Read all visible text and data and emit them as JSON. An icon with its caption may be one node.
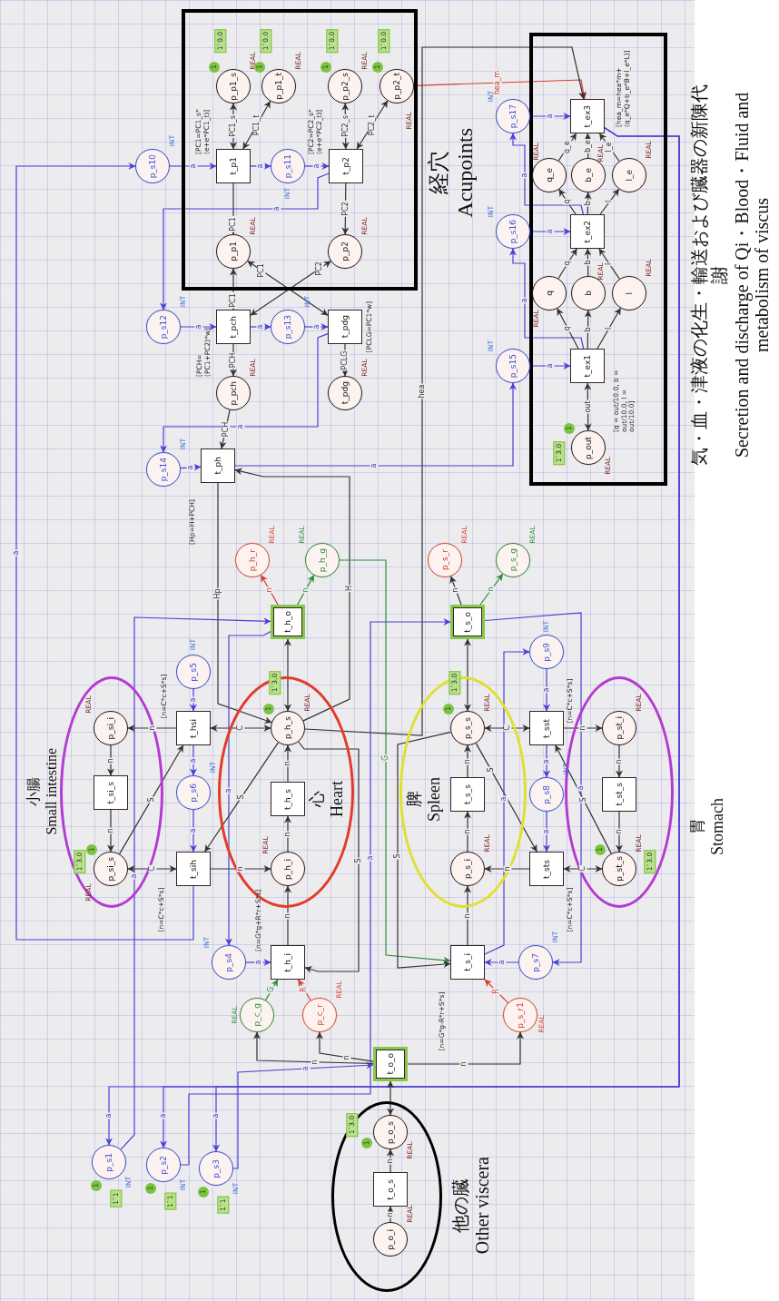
{
  "diagram": {
    "nodes": [
      {
        "text": [
          "経穴",
          "Acupoints"
        ]
      },
      {
        "text": [
          "気・血・津液の化生・輸送および臓器の新陳代謝",
          "Secretion and discharge of Qi・Blood・Fluid and metabolism of viscus"
        ]
      },
      {
        "text": [
          "小腸",
          "Small intestine"
        ]
      },
      {
        "text": [
          "心",
          "Heart"
        ]
      },
      {
        "text": [
          "脾",
          "Spleen"
        ]
      },
      {
        "text": [
          "胃",
          "Stomach"
        ]
      },
      {
        "text": [
          "他の臓",
          "Other viscera"
        ]
      },
      {
        "text": [
          "p_p1_s"
        ],
        "in": 0,
        "beside": [
          "1",
          "1`0.0",
          "REAL"
        ]
      },
      {
        "text": [
          "p_p1_t"
        ],
        "in": 0,
        "beside": [
          "1",
          "1`0.0",
          "REAL"
        ]
      },
      {
        "text": [
          "p_p2_s"
        ],
        "in": 0,
        "beside": [
          "1",
          "1`0.0",
          "REAL"
        ]
      },
      {
        "text": [
          "p_p2_t"
        ],
        "in": 0,
        "beside": [
          "1",
          "1`0.0",
          "REAL"
        ]
      },
      {
        "text": [
          "t_p1"
        ],
        "in": 0,
        "beside": [
          "[PC1=PC1_s*(e+e*PC1_t)]"
        ]
      },
      {
        "text": [
          "p_s11"
        ],
        "in": 0,
        "beside": [
          "INT"
        ]
      },
      {
        "text": [
          "t_p2"
        ],
        "in": 0,
        "beside": [
          "[PC2=PC2_s*(e+e*PC2_t)]"
        ]
      },
      {
        "text": [
          "p_p1"
        ],
        "in": 0,
        "beside": [
          "REAL"
        ]
      },
      {
        "text": [
          "p_p2"
        ],
        "in": 0,
        "beside": [
          "REAL"
        ]
      },
      {
        "text": [
          "p_s10"
        ],
        "beside": [
          "INT"
        ]
      },
      {
        "text": [
          "p_s12"
        ],
        "beside": [
          "INT"
        ]
      },
      {
        "text": [
          "t_pch"
        ],
        "beside": [
          "[PCH=(PC1+PC2)*w]"
        ]
      },
      {
        "text": [
          "p_s13"
        ],
        "beside": [
          "INT"
        ]
      },
      {
        "text": [
          "t_pdg"
        ],
        "beside": [
          "[PCLG=PC1*w]"
        ]
      },
      {
        "text": [
          "p_pch"
        ],
        "beside": [
          "REAL"
        ]
      },
      {
        "text": [
          "t_pdg"
        ],
        "beside": [
          "REAL"
        ]
      },
      {
        "text": [
          "p_s14"
        ],
        "beside": [
          "INT"
        ]
      },
      {
        "text": [
          "t_ph"
        ],
        "beside": [
          "[Hp=H+PCH]"
        ]
      },
      {
        "text": [
          "t_ex3"
        ],
        "in": 1,
        "beside": [
          "[hea_m=hea*m+ (q_e*Q+b_e*B+l_e*L)]"
        ]
      },
      {
        "text": [
          "q_e"
        ],
        "in": 1,
        "beside": [
          "REAL"
        ]
      },
      {
        "text": [
          "b_e"
        ],
        "in": 1,
        "beside": [
          "REAL"
        ]
      },
      {
        "text": [
          "l_e"
        ],
        "in": 1,
        "beside": [
          "REAL"
        ]
      },
      {
        "text": [
          "t_ex2"
        ],
        "in": 1
      },
      {
        "text": [
          "q"
        ],
        "in": 1,
        "beside": [
          "REAL"
        ]
      },
      {
        "text": [
          "b"
        ],
        "in": 1,
        "beside": [
          "REAL"
        ]
      },
      {
        "text": [
          "l"
        ],
        "in": 1,
        "beside": [
          "REAL"
        ]
      },
      {
        "text": [
          "t_ex1"
        ],
        "in": 1,
        "beside": [
          "[q = out/10.0, b = out/10.0, l = out/10.0]"
        ]
      },
      {
        "text": [
          "p_out"
        ],
        "in": 1,
        "beside": [
          "1",
          "1`3.0",
          "REAL"
        ]
      },
      {
        "text": [
          "p_s17"
        ],
        "beside": [
          "INT"
        ]
      },
      {
        "text": [
          "p_s16"
        ],
        "beside": [
          "INT"
        ]
      },
      {
        "text": [
          "p_s15"
        ],
        "beside": [
          "INT"
        ]
      },
      {
        "text": [
          "p_h_r"
        ],
        "beside": [
          "REAL"
        ]
      },
      {
        "text": [
          "p_h_g"
        ],
        "beside": [
          "REAL"
        ]
      },
      {
        "text": [
          "t_h_o"
        ]
      },
      {
        "text": [
          "p_s5"
        ],
        "beside": [
          "INT"
        ]
      },
      {
        "text": [
          "t_hsi"
        ],
        "beside": [
          "[n=C*c+S*s]"
        ]
      },
      {
        "text": [
          "p_h_s"
        ],
        "in": 3,
        "beside": [
          "1",
          "1`3.0",
          "REAL"
        ]
      },
      {
        "text": [
          "p_si_i"
        ],
        "in": 2,
        "beside": [
          "REAL"
        ]
      },
      {
        "text": [
          "t_si_s"
        ],
        "in": 2
      },
      {
        "text": [
          "t_h_s"
        ],
        "in": 3
      },
      {
        "text": [
          "p_s6"
        ],
        "beside": [
          "INT"
        ]
      },
      {
        "text": [
          "p_si_s"
        ],
        "in": 2,
        "beside": [
          "1",
          "1`3.0",
          "REAL"
        ]
      },
      {
        "text": [
          "t_sih"
        ],
        "beside": [
          "[n=C*c+S*s]"
        ]
      },
      {
        "text": [
          "p_h_i"
        ],
        "in": 3,
        "beside": [
          "REAL"
        ]
      },
      {
        "text": [
          "p_s4"
        ],
        "beside": [
          "INT"
        ]
      },
      {
        "text": [
          "t_h_i"
        ],
        "beside": [
          "[n=G*g+R*r+S*s]"
        ]
      },
      {
        "text": [
          "p_c_g"
        ],
        "beside": [
          "REAL"
        ]
      },
      {
        "text": [
          "p_c_r"
        ],
        "beside": [
          "REAL"
        ]
      },
      {
        "text": [
          "p_s_r"
        ],
        "beside": [
          "REAL"
        ]
      },
      {
        "text": [
          "p_s_g"
        ],
        "beside": [
          "REAL"
        ]
      },
      {
        "text": [
          "t_s_o"
        ]
      },
      {
        "text": [
          "p_s9"
        ],
        "beside": [
          "INT"
        ]
      },
      {
        "text": [
          "p_s_s"
        ],
        "in": 4,
        "beside": [
          "1",
          "1`3.0",
          "REAL"
        ]
      },
      {
        "text": [
          "t_sst"
        ],
        "beside": [
          "[n=C*c+S*s]"
        ]
      },
      {
        "text": [
          "p_st_i"
        ],
        "in": 5,
        "beside": [
          "REAL"
        ]
      },
      {
        "text": [
          "t_s_s"
        ],
        "in": 4
      },
      {
        "text": [
          "p_s8"
        ],
        "beside": [
          "INT"
        ]
      },
      {
        "text": [
          "t_st_s"
        ],
        "in": 5
      },
      {
        "text": [
          "p_s_i"
        ],
        "in": 4,
        "beside": [
          "REAL"
        ]
      },
      {
        "text": [
          "t_sts"
        ],
        "beside": [
          "[n=C*c+S*s]"
        ]
      },
      {
        "text": [
          "p_st_s"
        ],
        "in": 5,
        "beside": [
          "1",
          "1`3.0",
          "REAL"
        ]
      },
      {
        "text": [
          "t_s_i"
        ],
        "beside": [
          "[n=G*g-R*r+S*s]"
        ]
      },
      {
        "text": [
          "p_s7"
        ],
        "beside": [
          "INT"
        ]
      },
      {
        "text": [
          "p_s_r1"
        ],
        "beside": [
          "REAL"
        ]
      },
      {
        "text": [
          "t_o_o"
        ]
      },
      {
        "text": [
          "p_o_s"
        ],
        "in": 6,
        "beside": [
          "1",
          "1`3.0",
          "REAL"
        ]
      },
      {
        "text": [
          "t_o_s"
        ],
        "in": 6
      },
      {
        "text": [
          "p_o_i"
        ],
        "in": 6,
        "beside": [
          "REAL"
        ]
      },
      {
        "text": [
          "p_s1"
        ],
        "beside": [
          "1",
          "1`1",
          "INT"
        ]
      },
      {
        "text": [
          "p_s2"
        ],
        "beside": [
          "1",
          "1`1",
          "INT"
        ]
      },
      {
        "text": [
          "p_s3"
        ],
        "beside": [
          "1",
          "1`1",
          "INT"
        ]
      }
    ],
    "edges": [
      {
        "from": 16,
        "to": 11,
        "arrow": "to",
        "label": "a",
        "color": "#4b3fd6"
      },
      {
        "from": 11,
        "to": 12,
        "arrow": "to",
        "label": "a",
        "color": "#4b3fd6"
      },
      {
        "from": 12,
        "to": 13,
        "arrow": "to",
        "label": "a",
        "color": "#4b3fd6"
      },
      {
        "from": 11,
        "to": 7,
        "arrow": "both",
        "label": "PC1_s"
      },
      {
        "from": 11,
        "to": 8,
        "arrow": "both",
        "label": "PC1_t"
      },
      {
        "from": 13,
        "to": 9,
        "arrow": "both",
        "label": "PC2_s"
      },
      {
        "from": 13,
        "to": 10,
        "arrow": "both",
        "label": "PC2_t"
      },
      {
        "from": 11,
        "to": 14,
        "arrow": "to",
        "label": "PC1"
      },
      {
        "from": 13,
        "to": 15,
        "arrow": "to",
        "label": "PC2"
      },
      {
        "from": 14,
        "to": 18,
        "arrow": "both",
        "label": "PC1"
      },
      {
        "from": 15,
        "to": 18,
        "arrow": "both",
        "label": "PC2"
      },
      {
        "from": 14,
        "to": 20,
        "arrow": "both",
        "label": "PC1"
      },
      {
        "from": 13,
        "to": 17,
        "arrow": "to",
        "label": "a",
        "color": "#4b3fd6"
      },
      {
        "from": 17,
        "to": 18,
        "arrow": "to",
        "label": "a",
        "color": "#4b3fd6"
      },
      {
        "from": 18,
        "to": 19,
        "arrow": "to",
        "label": "a",
        "color": "#4b3fd6"
      },
      {
        "from": 19,
        "to": 20,
        "arrow": "to",
        "label": "a",
        "color": "#4b3fd6"
      },
      {
        "from": 20,
        "to": 23,
        "arrow": "to",
        "label": "a",
        "color": "#4b3fd6"
      },
      {
        "from": 18,
        "to": 21,
        "arrow": "to",
        "label": "PCH"
      },
      {
        "from": 20,
        "to": 22,
        "arrow": "to",
        "label": "PCLG"
      },
      {
        "from": 21,
        "to": 24,
        "arrow": "to",
        "label": "PCH"
      },
      {
        "from": 23,
        "to": 24,
        "arrow": "to",
        "label": "a",
        "color": "#4b3fd6"
      },
      {
        "from": 24,
        "to": 37,
        "arrow": "to",
        "label": "a",
        "color": "#4b3fd6"
      },
      {
        "from": 37,
        "to": 33,
        "arrow": "to",
        "label": "a",
        "color": "#4b3fd6"
      },
      {
        "from": 33,
        "to": 36,
        "arrow": "to",
        "label": "a",
        "color": "#4b3fd6"
      },
      {
        "from": 36,
        "to": 29,
        "arrow": "to",
        "label": "a",
        "color": "#4b3fd6"
      },
      {
        "from": 29,
        "to": 35,
        "arrow": "to",
        "label": "a",
        "color": "#4b3fd6"
      },
      {
        "from": 35,
        "to": 25,
        "arrow": "to",
        "label": "a",
        "color": "#4b3fd6"
      },
      {
        "from": 34,
        "to": 33,
        "arrow": "both",
        "label": "out"
      },
      {
        "from": 33,
        "to": 30,
        "arrow": "to",
        "label": "q"
      },
      {
        "from": 33,
        "to": 31,
        "arrow": "to",
        "label": "b"
      },
      {
        "from": 33,
        "to": 32,
        "arrow": "to",
        "label": "l"
      },
      {
        "from": 30,
        "to": 29,
        "arrow": "to",
        "label": "q"
      },
      {
        "from": 31,
        "to": 29,
        "arrow": "to",
        "label": "b"
      },
      {
        "from": 32,
        "to": 29,
        "arrow": "to",
        "label": "l"
      },
      {
        "from": 29,
        "to": 26,
        "arrow": "to",
        "label": "q"
      },
      {
        "from": 29,
        "to": 27,
        "arrow": "to",
        "label": "b"
      },
      {
        "from": 29,
        "to": 28,
        "arrow": "to",
        "label": "l"
      },
      {
        "from": 26,
        "to": 25,
        "arrow": "to",
        "label": "q_e"
      },
      {
        "from": 27,
        "to": 25,
        "arrow": "to",
        "label": "b_e"
      },
      {
        "from": 28,
        "to": 25,
        "arrow": "to",
        "label": "l_e"
      },
      {
        "from": 10,
        "to": 25,
        "arrow": "to",
        "label": "hea_m",
        "color": "#d93a2b"
      },
      {
        "from": 43,
        "to": 25,
        "arrow": "to",
        "label": "hea"
      },
      {
        "from": 40,
        "to": 38,
        "arrow": "to",
        "label": "n",
        "color": "#d93a2b"
      },
      {
        "from": 40,
        "to": 39,
        "arrow": "to",
        "label": "n",
        "color": "#2e8b3a"
      },
      {
        "from": 43,
        "to": 40,
        "arrow": "both"
      },
      {
        "from": 43,
        "to": 24,
        "arrow": "to",
        "label": "H"
      },
      {
        "from": 24,
        "to": 43,
        "arrow": "to",
        "label": "Hp"
      },
      {
        "from": 75,
        "to": 40,
        "arrow": "to",
        "label": "a",
        "color": "#4b3fd6"
      },
      {
        "from": 76,
        "to": 57,
        "arrow": "to",
        "label": "a",
        "color": "#4b3fd6"
      },
      {
        "from": 77,
        "to": 71,
        "arrow": "to",
        "label": "a",
        "color": "#4b3fd6"
      },
      {
        "from": 25,
        "to": 75,
        "arrow": "to",
        "label": "a",
        "color": "#4b3fd6"
      },
      {
        "from": 25,
        "to": 76,
        "arrow": "to",
        "label": "a",
        "color": "#4b3fd6"
      },
      {
        "from": 25,
        "to": 77,
        "arrow": "to",
        "label": "a",
        "color": "#4b3fd6"
      },
      {
        "from": 48,
        "to": 42,
        "arrow": "to",
        "label": "S"
      },
      {
        "from": 42,
        "to": 44,
        "arrow": "to",
        "label": "n"
      },
      {
        "from": 42,
        "to": 43,
        "arrow": "both",
        "label": "C"
      },
      {
        "from": 41,
        "to": 42,
        "arrow": "to",
        "label": "a",
        "color": "#4b3fd6"
      },
      {
        "from": 42,
        "to": 47,
        "arrow": "to",
        "label": "a",
        "color": "#4b3fd6"
      },
      {
        "from": 47,
        "to": 49,
        "arrow": "to",
        "label": "a",
        "color": "#4b3fd6"
      },
      {
        "from": 44,
        "to": 45,
        "arrow": "to",
        "label": "n"
      },
      {
        "from": 45,
        "to": 48,
        "arrow": "to",
        "label": "n"
      },
      {
        "from": 48,
        "to": 49,
        "arrow": "both",
        "label": "C"
      },
      {
        "from": 49,
        "to": 50,
        "arrow": "to",
        "label": "n"
      },
      {
        "from": 43,
        "to": 49,
        "arrow": "to",
        "label": "S"
      },
      {
        "from": 50,
        "to": 46,
        "arrow": "to",
        "label": "n"
      },
      {
        "from": 46,
        "to": 43,
        "arrow": "to",
        "label": "n"
      },
      {
        "from": 52,
        "to": 50,
        "arrow": "to",
        "label": "n"
      },
      {
        "from": 51,
        "to": 52,
        "arrow": "to",
        "label": "a",
        "color": "#4b3fd6"
      },
      {
        "from": 53,
        "to": 52,
        "arrow": "to",
        "label": "G",
        "color": "#2e8b3a"
      },
      {
        "from": 54,
        "to": 52,
        "arrow": "to",
        "label": "R",
        "color": "#d93a2b"
      },
      {
        "from": 43,
        "to": 52,
        "arrow": "to",
        "label": "S"
      },
      {
        "from": 49,
        "to": 16,
        "arrow": "to",
        "label": "a",
        "color": "#4b3fd6"
      },
      {
        "from": 57,
        "to": 55,
        "arrow": "to",
        "label": "n"
      },
      {
        "from": 57,
        "to": 56,
        "arrow": "to",
        "label": "n",
        "color": "#2e8b3a"
      },
      {
        "from": 59,
        "to": 57,
        "arrow": "both"
      },
      {
        "from": 58,
        "to": 60,
        "arrow": "to",
        "label": "a",
        "color": "#4b3fd6"
      },
      {
        "from": 60,
        "to": 63,
        "arrow": "to",
        "label": "a",
        "color": "#4b3fd6"
      },
      {
        "from": 63,
        "to": 66,
        "arrow": "to",
        "label": "a",
        "color": "#4b3fd6"
      },
      {
        "from": 60,
        "to": 61,
        "arrow": "to",
        "label": "n"
      },
      {
        "from": 59,
        "to": 60,
        "arrow": "both",
        "label": "C"
      },
      {
        "from": 67,
        "to": 60,
        "arrow": "to",
        "label": "S"
      },
      {
        "from": 61,
        "to": 64,
        "arrow": "to",
        "label": "n"
      },
      {
        "from": 64,
        "to": 67,
        "arrow": "to",
        "label": "n"
      },
      {
        "from": 67,
        "to": 66,
        "arrow": "both",
        "label": "C"
      },
      {
        "from": 66,
        "to": 65,
        "arrow": "to",
        "label": "n"
      },
      {
        "from": 59,
        "to": 66,
        "arrow": "to",
        "label": "S"
      },
      {
        "from": 65,
        "to": 62,
        "arrow": "to",
        "label": "n"
      },
      {
        "from": 62,
        "to": 59,
        "arrow": "to",
        "label": "n"
      },
      {
        "from": 68,
        "to": 65,
        "arrow": "to",
        "label": "n"
      },
      {
        "from": 69,
        "to": 68,
        "arrow": "to",
        "label": "a",
        "color": "#4b3fd6"
      },
      {
        "from": 70,
        "to": 68,
        "arrow": "to",
        "label": "R",
        "color": "#d93a2b"
      },
      {
        "from": 39,
        "to": 68,
        "arrow": "to",
        "label": "G",
        "color": "#2e8b3a"
      },
      {
        "from": 59,
        "to": 68,
        "arrow": "to",
        "label": "S"
      },
      {
        "from": 57,
        "to": 69,
        "arrow": "to",
        "label": "a",
        "color": "#4b3fd6"
      },
      {
        "from": 68,
        "to": 58,
        "arrow": "to",
        "label": "a",
        "color": "#4b3fd6"
      },
      {
        "from": 71,
        "to": 53,
        "arrow": "to",
        "label": "n"
      },
      {
        "from": 71,
        "to": 54,
        "arrow": "to",
        "label": "n"
      },
      {
        "from": 71,
        "to": 70,
        "arrow": "to",
        "label": "n"
      },
      {
        "from": 72,
        "to": 71,
        "arrow": "both"
      },
      {
        "from": 73,
        "to": 72,
        "arrow": "to",
        "label": "n"
      },
      {
        "from": 74,
        "to": 73,
        "arrow": "to",
        "label": "n"
      },
      {
        "from": 40,
        "to": 51,
        "arrow": "to",
        "label": "a",
        "color": "#4b3fd6"
      }
    ]
  }
}
